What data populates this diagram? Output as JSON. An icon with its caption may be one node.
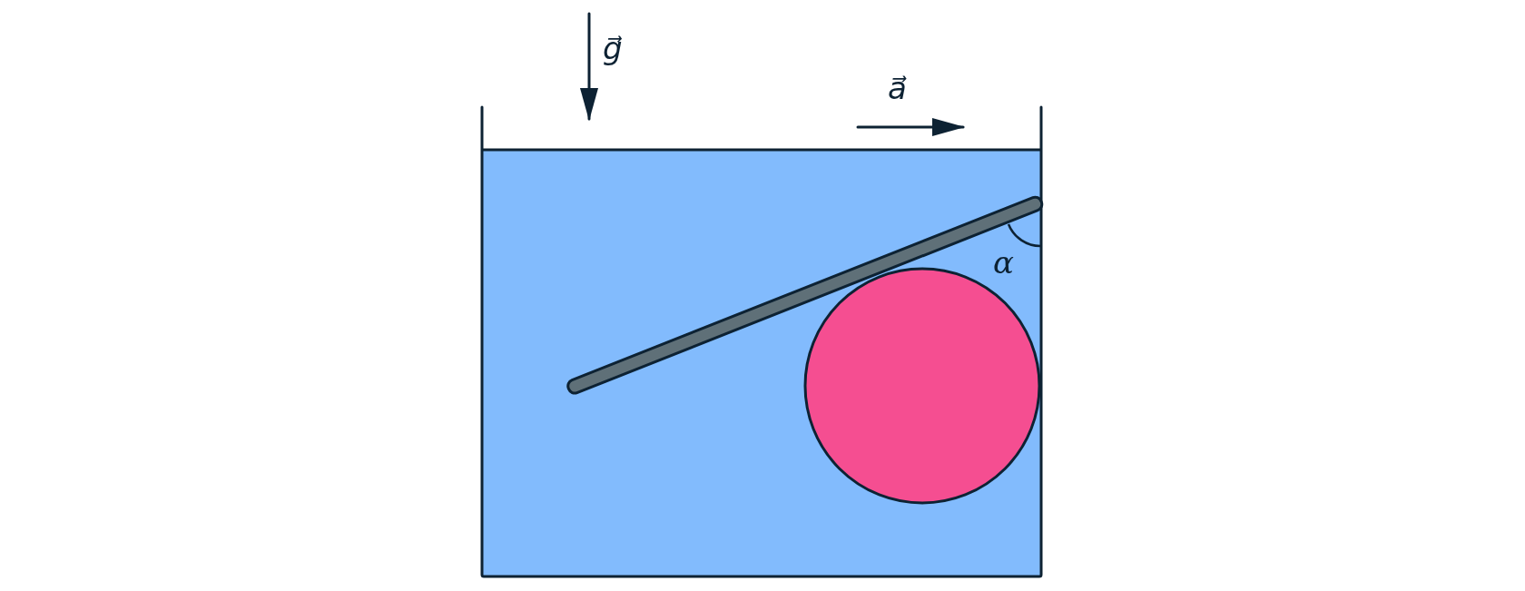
{
  "diagram": {
    "labels": [
      "g⃗",
      "a⃗",
      "α"
    ]
  }
}
